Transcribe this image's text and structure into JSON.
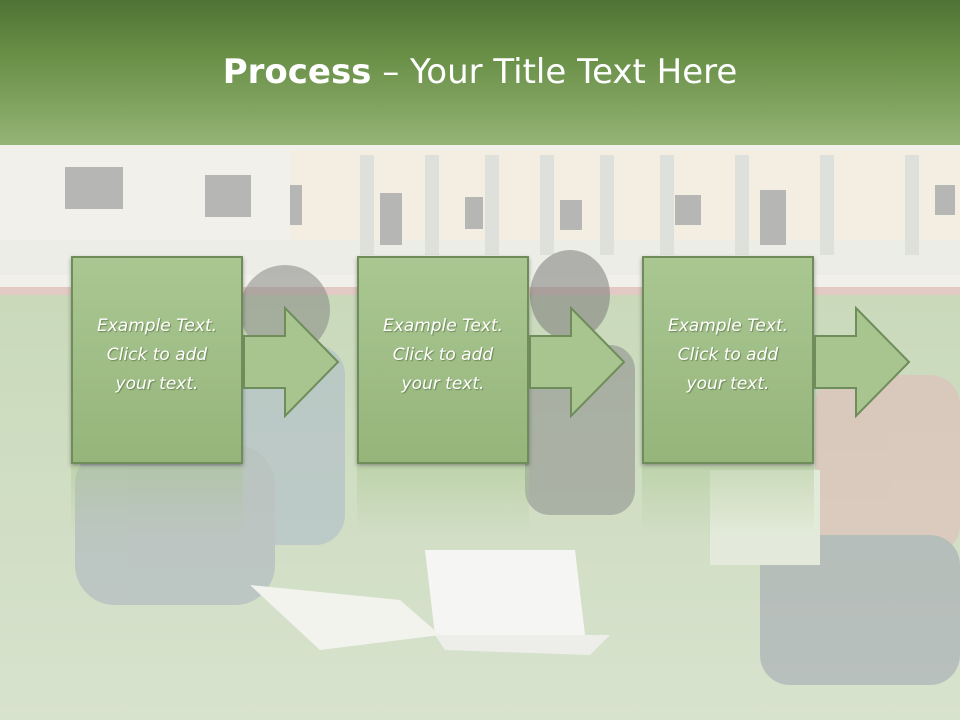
{
  "header": {
    "title_bold": "Process",
    "title_rest": " – Your Title Text Here"
  },
  "steps": [
    {
      "line1": "Example Text.",
      "line2": "Click  to add",
      "line3": "your text."
    },
    {
      "line1": "Example Text.",
      "line2": "Click  to add",
      "line3": "your text."
    },
    {
      "line1": "Example Text.",
      "line2": "Click  to add",
      "line3": "your text."
    }
  ],
  "colors": {
    "header_top": "#4e7334",
    "header_bottom": "#94b475",
    "box_fill": "#a4c18c",
    "box_border": "#6f8d5a"
  }
}
